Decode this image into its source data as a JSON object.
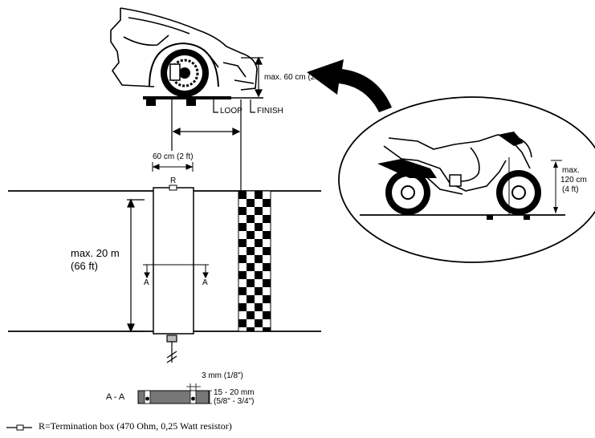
{
  "car": {
    "height_label": "max. 60 cm (2ft)",
    "loop_label": "LOOP",
    "finish_label": "FINISH"
  },
  "loop_layout": {
    "width_label": "60 cm (2 ft)",
    "termination_marker": "R",
    "length_label_line1": "max. 20 m",
    "length_label_line2": "(66 ft)",
    "section_marker_left": "A",
    "section_marker_right": "A"
  },
  "cross_section": {
    "title": "A - A",
    "slot_width_label": "3 mm (1/8\")",
    "depth_label_line1": "15 - 20 mm",
    "depth_label_line2": "(5/8\" - 3/4\")"
  },
  "motorcycle": {
    "height_label_line1": "max.",
    "height_label_line2": "120 cm",
    "height_label_line3": "(4 ft)"
  },
  "legend": {
    "text": "R=Termination box (470 Ohm, 0,25 Watt resistor)"
  }
}
